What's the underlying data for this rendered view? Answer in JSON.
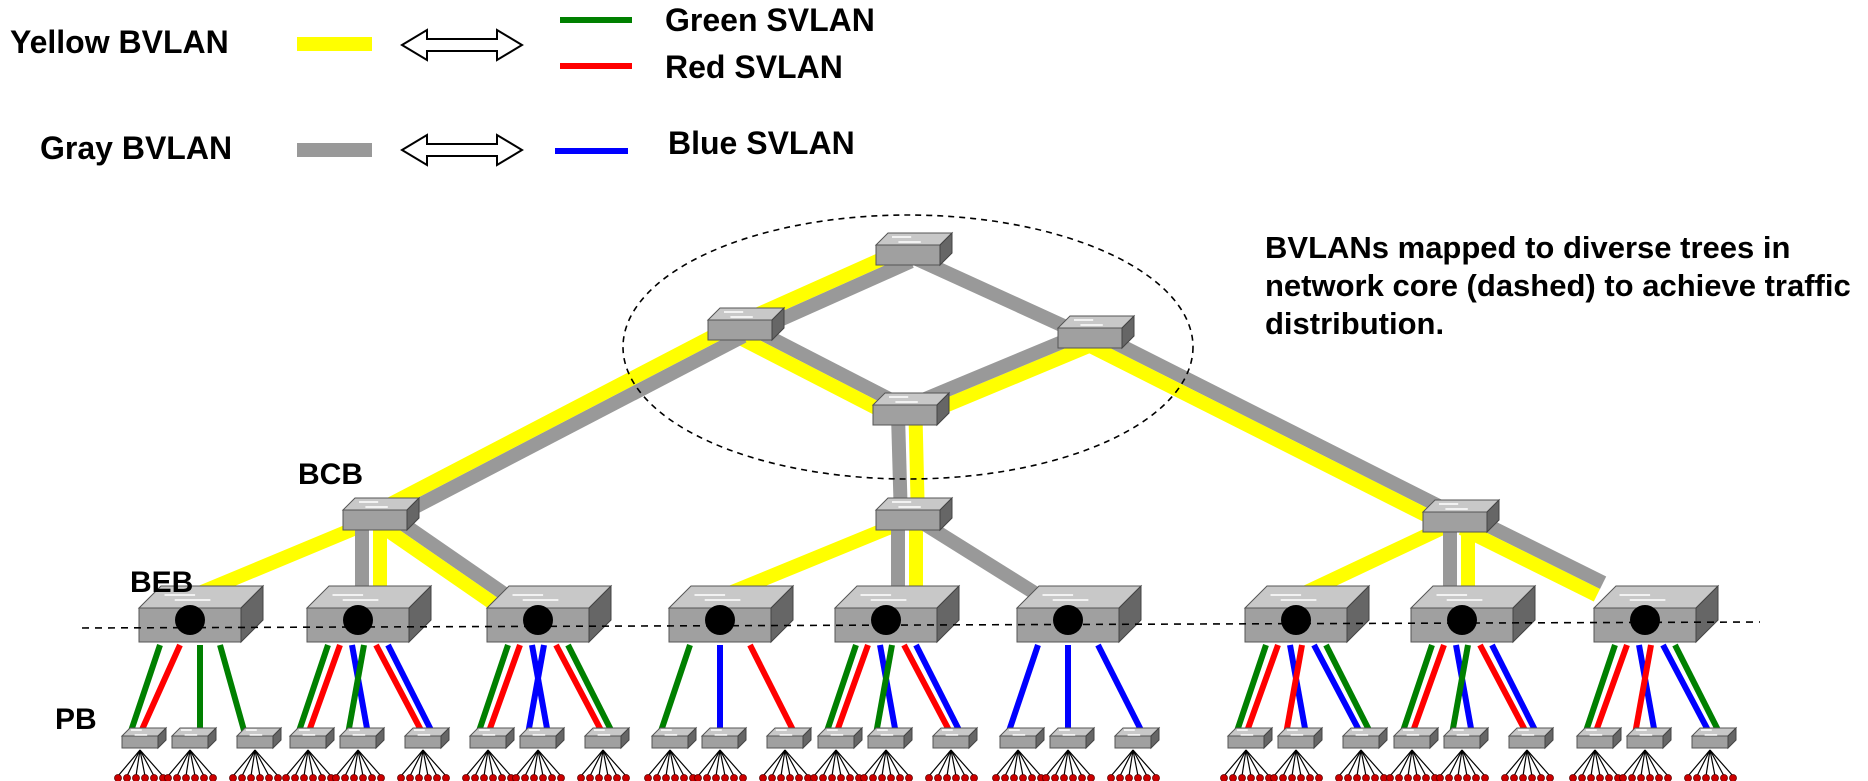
{
  "legend": {
    "yellow_bvlan": "Yellow BVLAN",
    "gray_bvlan": "Gray BVLAN",
    "green_svlan": "Green SVLAN",
    "red_svlan": "Red SVLAN",
    "blue_svlan": "Blue SVLAN"
  },
  "note": "BVLANs mapped to diverse trees in network core (dashed) to achieve traffic distribution.",
  "tiers": {
    "bcb": "BCB",
    "beb": "BEB",
    "pb": "PB"
  },
  "colors": {
    "yellow": "#ffff00",
    "gray": "#999999",
    "green": "#008000",
    "red": "#ff0000",
    "blue": "#0000ff",
    "host": "#cc0000",
    "switch_top": "#c8c8c8",
    "switch_front": "#a0a0a0",
    "switch_side": "#666666"
  },
  "beb_svlans": [
    [
      "green",
      "red",
      "green",
      "green"
    ],
    [
      "green",
      "red",
      "blue",
      "green",
      "red",
      "blue"
    ],
    [
      "green",
      "red",
      "blue",
      "blue",
      "red",
      "green"
    ],
    [
      "green",
      "blue",
      "red"
    ],
    [
      "green",
      "red",
      "blue",
      "green",
      "red",
      "blue"
    ],
    [
      "blue",
      "blue",
      "blue"
    ],
    [
      "green",
      "red",
      "blue",
      "red",
      "blue",
      "green"
    ],
    [
      "green",
      "red",
      "blue",
      "green",
      "red",
      "blue"
    ],
    [
      "green",
      "red",
      "blue",
      "red",
      "blue",
      "green"
    ]
  ]
}
